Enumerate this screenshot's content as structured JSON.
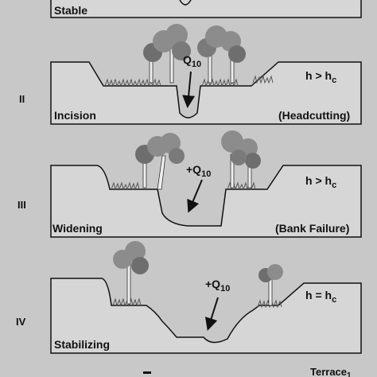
{
  "stages": [
    {
      "roman": "",
      "name": "Stable",
      "note": "",
      "relation": ""
    },
    {
      "roman": "II",
      "name": "Incision",
      "note": "(Headcutting)",
      "relation": "h > h",
      "relation_sub": "c",
      "flow": "Q",
      "flow_sub": "10"
    },
    {
      "roman": "III",
      "name": "Widening",
      "note": "(Bank Failure)",
      "relation": "h > h",
      "relation_sub": "c",
      "flow": "+Q",
      "flow_sub": "10"
    },
    {
      "roman": "IV",
      "name": "Stabilizing",
      "note": "",
      "relation": "h = h",
      "relation_sub": "c",
      "flow": "+Q",
      "flow_sub": "10"
    }
  ],
  "footer": {
    "label": "Terrace",
    "label_sub": "1"
  },
  "colors": {
    "background": "#c8c8c8",
    "ground": "#d6d6d6",
    "tree": "#8c8c8c",
    "tree_dark": "#6e6e6e",
    "trunk": "#eeeeee",
    "line": "#111111"
  }
}
